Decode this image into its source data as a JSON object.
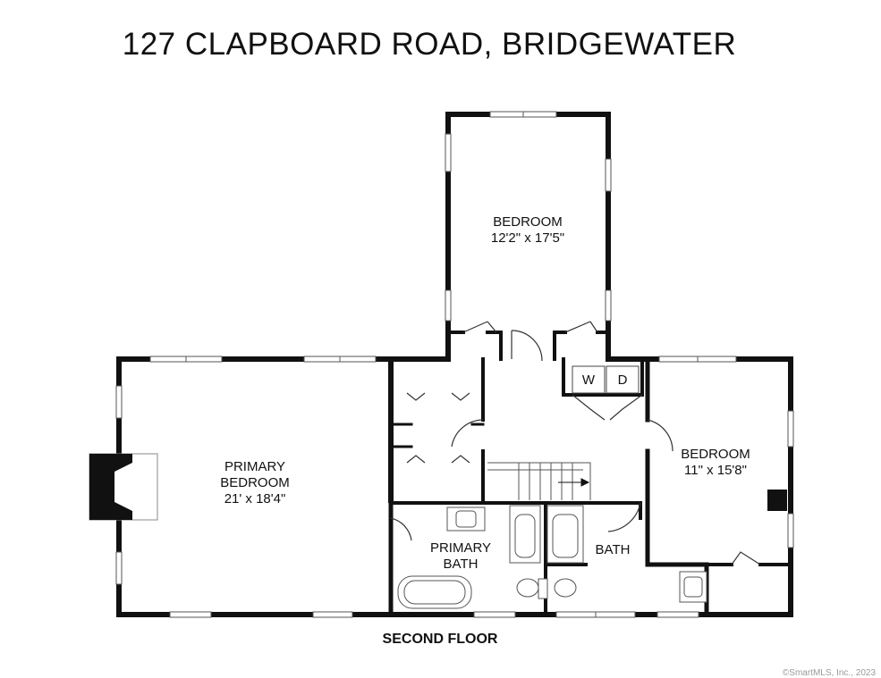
{
  "title": "127 CLAPBOARD ROAD, BRIDGEWATER",
  "floor_label": "SECOND FLOOR",
  "credit": "©SmartMLS, Inc., 2023",
  "rooms": {
    "bedroom_top": {
      "name": "BEDROOM",
      "size": "12'2\" x 17'5\""
    },
    "primary_bedroom": {
      "name_line1": "PRIMARY",
      "name_line2": "BEDROOM",
      "size": "21' x 18'4\""
    },
    "bedroom_right": {
      "name": "BEDROOM",
      "size": "11\" x 15'8\""
    },
    "primary_bath": {
      "name_line1": "PRIMARY",
      "name_line2": "BATH"
    },
    "bath": {
      "name": "BATH"
    }
  },
  "laundry": {
    "washer": "W",
    "dryer": "D"
  },
  "colors": {
    "wall": "#111111",
    "window": "#bfe0ea",
    "fixture": "#555555"
  }
}
